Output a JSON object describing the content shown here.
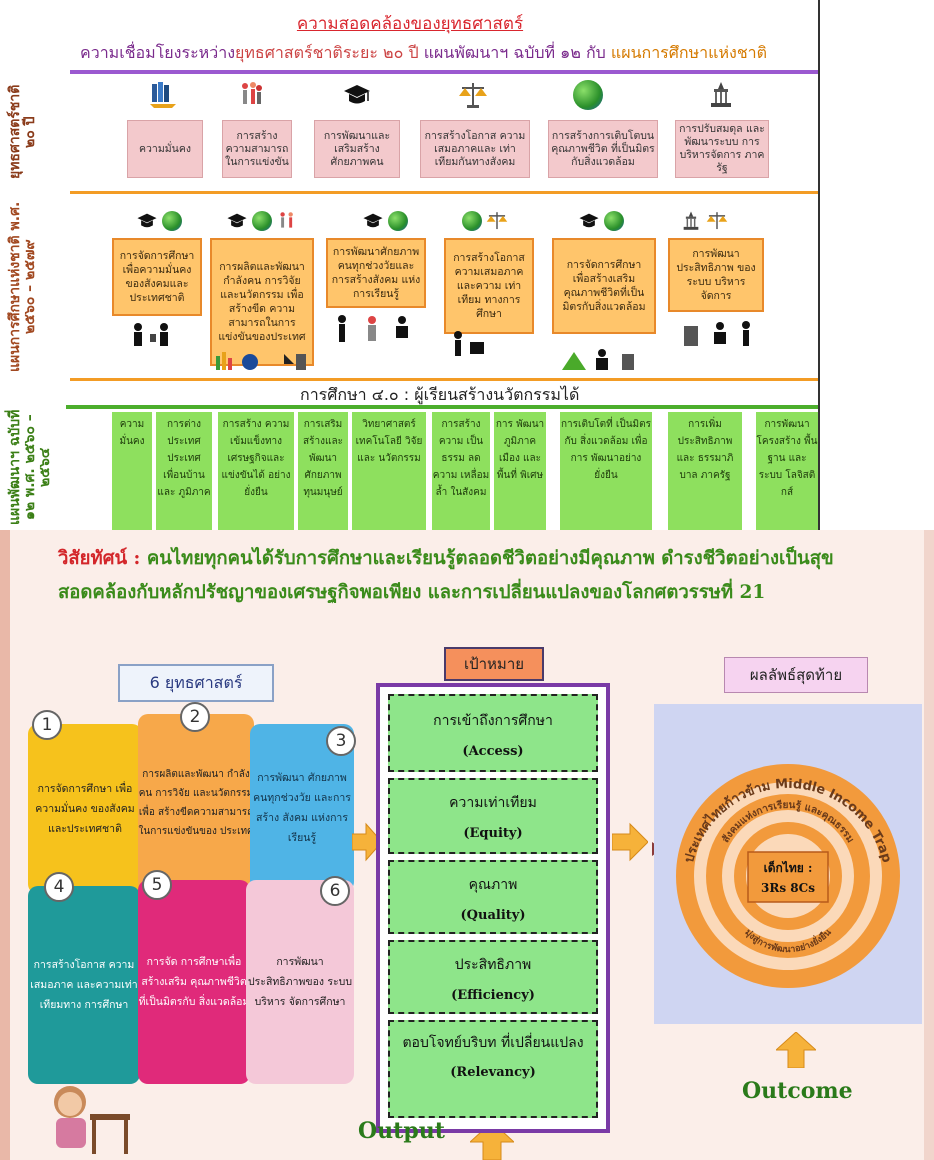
{
  "top": {
    "title": "ความสอดคล้องของยุทธศาสตร์",
    "subtitle_parts": [
      "ความเชื่อมโยงระหว่าง",
      "ยุทธศาสตร์ชาติระยะ ๒๐ ปี",
      " แผนพัฒนาฯ ฉบับที่ ๑๒ กับ ",
      "แผนการศึกษาแห่งชาติ"
    ],
    "row1_label": "ยุทธศาสตร์ชาติ ๒๐ ปี",
    "row2_label": "แผนการศึกษาแห่งชาติ พ.ศ. ๒๕๖๐ – ๒๕๗๙",
    "row3_label": "แผนพัฒนาฯ ฉบับที่ ๑๒ พ.ศ. ๒๕๖๐ – ๒๕๖๔",
    "row1_boxes": [
      "ความมั่นคง",
      "การสร้าง ความสามารถ ในการแข่งขัน",
      "การพัฒนาและ เสริมสร้าง ศักยภาพคน",
      "การสร้างโอกาส ความเสมอภาคและ เท่าเทียมกันทางสังคม",
      "การสร้างการเติบโตบน คุณภาพชีวิต ที่เป็นมิตรกับสิ่งแวดล้อม",
      "การปรับสมดุล และพัฒนาระบบ การบริหารจัดการ ภาครัฐ"
    ],
    "row2_boxes": [
      "การจัดการศึกษา เพื่อความมั่นคง ของสังคมและ ประเทศชาติ",
      "การผลิตและพัฒนา กำลังคน การวิจัย และนวัตกรรม เพื่อสร้างขีด ความสามารถในการ แข่งขันของประเทศ",
      "การพัฒนาศักยภาพ คนทุกช่วงวัยและ การสร้างสังคม แห่งการเรียนรู้",
      "การสร้างโอกาส ความเสมอภาค และความ เท่าเทียม ทางการศึกษา",
      "การจัดการศึกษา เพื่อสร้างเสริม คุณภาพชีวิตที่เป็น มิตรกับสิ่งแวดล้อม",
      "การพัฒนา ประสิทธิภาพ ของระบบ บริหารจัดการ"
    ],
    "row3_caption": "การศึกษา ๔.๐ : ผู้เรียนสร้างนวัตกรรมได้",
    "row3_cells": [
      "ความ มั่นคง",
      "การต่าง ประเทศ ประเทศ เพื่อนบ้าน และ ภูมิภาค",
      "การสร้าง ความ เข้มแข็งทาง เศรษฐกิจและ แข่งขันได้ อย่างยั่งยืน",
      "การเสริม สร้างและ พัฒนา ศักยภาพ ทุนมนุษย์",
      "วิทยาศาสตร์ เทคโนโลยี วิจัย และ นวัตกรรม",
      "การสร้าง ความ เป็นธรรม ลดความ เหลื่อมล้ำ ในสังคม",
      "การ พัฒนา ภูมิภาค เมือง และพื้นที่ พิเศษ",
      "การเติบโตที่ เป็นมิตรกับ สิ่งแวดล้อม เพื่อการ พัฒนาอย่าง ยั่งยืน",
      "การเพิ่ม ประสิทธิภาพ และ ธรรมาภิบาล ภาครัฐ",
      "การพัฒนา โครงสร้าง พื้นฐาน และระบบ โลจิสติกส์"
    ]
  },
  "bottom": {
    "vision_label": "วิสัยทัศน์ :",
    "vision_line1": " คนไทยทุกคนได้รับการศึกษาและเรียนรู้ตลอดชีวิตอย่างมีคุณภาพ ดำรงชีวิตอย่างเป็นสุข",
    "vision_line2": "สอดคล้องกับหลักปรัชญาของเศรษฐกิจพอเพียง และการเปลี่ยนแปลงของโลกศตวรรษที่ 21",
    "strategies_title": "6 ยุทธศาสตร์",
    "strategies": [
      {
        "num": "1",
        "text": "การจัดการศึกษา เพื่อความมั่นคง ของสังคม และประเทศชาติ"
      },
      {
        "num": "2",
        "text": "การผลิตและพัฒนา กำลังคน การวิจัย และนวัตกรรมเพื่อ สร้างขีดความสามารถ ในการแข่งขันของ ประเทศ"
      },
      {
        "num": "3",
        "text": "การพัฒนา ศักยภาพ คนทุกช่วงวัย และการสร้าง สังคม แห่งการเรียนรู้"
      },
      {
        "num": "4",
        "text": "การสร้างโอกาส ความเสมอภาค และความเท่า เทียมทาง การศึกษา"
      },
      {
        "num": "5",
        "text": "การจัด การศึกษาเพื่อ สร้างเสริม คุณภาพชีวิต ที่เป็นมิตรกับ สิ่งแวดล้อม"
      },
      {
        "num": "6",
        "text": "การพัฒนา ประสิทธิภาพของ ระบบบริหาร จัดการศึกษา"
      }
    ],
    "goals_title": "เป้าหมาย",
    "goals": [
      {
        "th": "การเข้าถึงการศึกษา",
        "en": "(Access)"
      },
      {
        "th": "ความเท่าเทียม",
        "en": "(Equity)"
      },
      {
        "th": "คุณภาพ",
        "en": "(Quality)"
      },
      {
        "th": "ประสิทธิภาพ",
        "en": "(Efficiency)"
      },
      {
        "th": "ตอบโจทย์บริบท ที่เปลี่ยนแปลง",
        "en": "(Relevancy)"
      }
    ],
    "outcome_title": "ผลลัพธ์สุดท้าย",
    "ring_outer": "ประเทศไทยก้าวข้าม Middle Income Trap",
    "ring_middle": "สังคมแห่งการเรียนรู้ และคุณธรรม",
    "ring_inner": "มุ่งสู่การพัฒนาอย่างยั่งยืน",
    "center_line1": "เด็กไทย :",
    "center_line2": "3Rs 8Cs",
    "output_label": "Output",
    "outcome_label": "Outcome"
  },
  "colors": {
    "puzzle": [
      "#f6c21c",
      "#f7a84a",
      "#4fb4e6",
      "#1f9a9a",
      "#e02a7a",
      "#f4c8d8"
    ],
    "goal_green": "#8ee58a",
    "frame_purple": "#7a3aa6"
  }
}
